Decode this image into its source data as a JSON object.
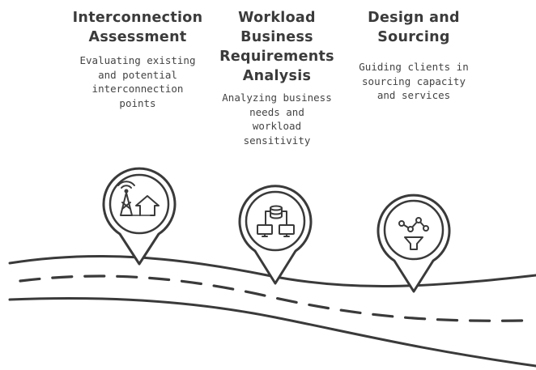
{
  "steps": [
    {
      "title": "Interconnection\nAssessment",
      "description": "Evaluating existing\nand potential\ninterconnection\npoints",
      "icon": "cell-tower-home-icon"
    },
    {
      "title": "Workload\nBusiness\nRequirements\nAnalysis",
      "description": "Analyzing business\nneeds and\nworkload\nsensitivity",
      "icon": "database-network-icon"
    },
    {
      "title": "Design and\nSourcing",
      "description": "Guiding clients in\nsourcing capacity\nand services",
      "icon": "funnel-chart-icon"
    }
  ],
  "colors": {
    "stroke": "#3a3a3a",
    "background": "#ffffff"
  }
}
